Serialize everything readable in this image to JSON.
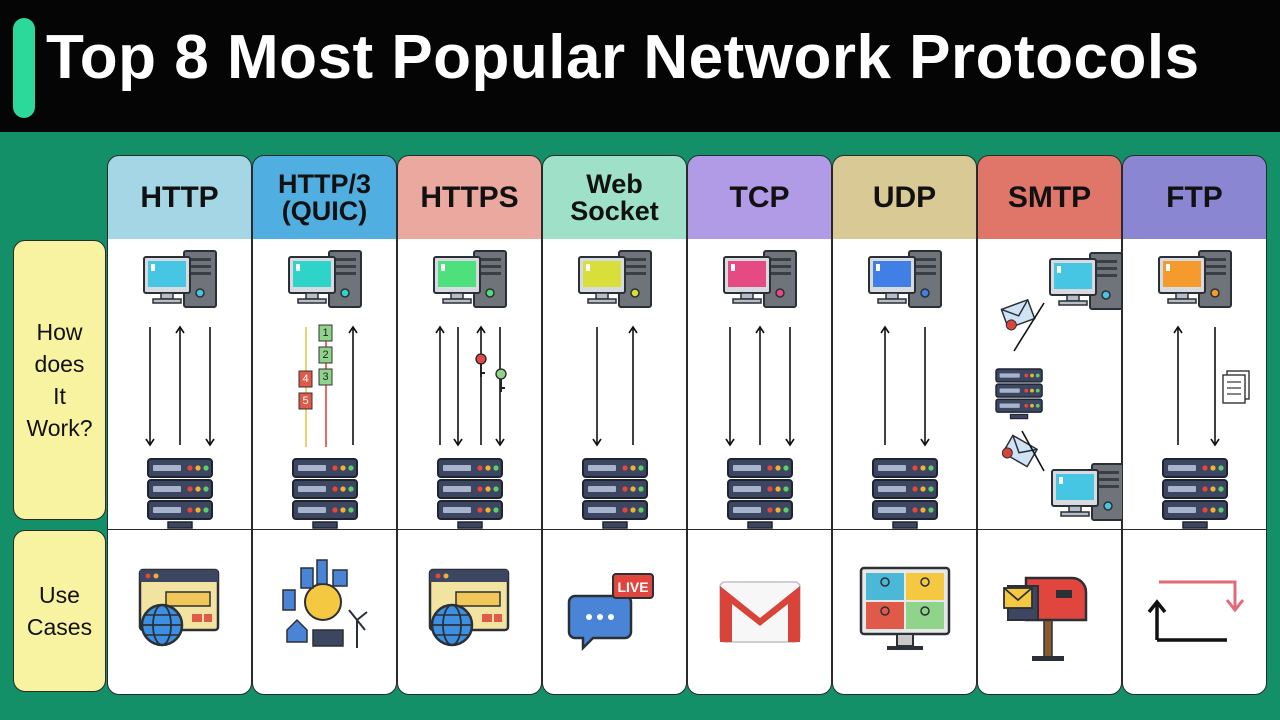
{
  "title": "Top 8 Most Popular Network Protocols",
  "rows": {
    "how": [
      "How",
      "does",
      "It",
      "Work?"
    ],
    "use": [
      "Use",
      "Cases"
    ]
  },
  "columns": [
    {
      "name": "HTTP",
      "lines": [
        "HTTP"
      ],
      "color": "#a4d6e6",
      "screen": "#46c6e3"
    },
    {
      "name": "HTTP/3 (QUIC)",
      "lines": [
        "HTTP/3",
        "(QUIC)"
      ],
      "color": "#51aee1",
      "screen": "#2fd4c8",
      "packets_right": [
        "1",
        "2",
        "3"
      ],
      "packets_left": [
        "4",
        "5"
      ]
    },
    {
      "name": "HTTPS",
      "lines": [
        "HTTPS"
      ],
      "color": "#eaa89e",
      "screen": "#4ee07c"
    },
    {
      "name": "Web Socket",
      "lines": [
        "Web",
        "Socket"
      ],
      "color": "#9ee0c8",
      "screen": "#d8de3a"
    },
    {
      "name": "TCP",
      "lines": [
        "TCP"
      ],
      "color": "#b19ae6",
      "screen": "#e64a82"
    },
    {
      "name": "UDP",
      "lines": [
        "UDP"
      ],
      "color": "#d9c995",
      "screen": "#3f7fe6"
    },
    {
      "name": "SMTP",
      "lines": [
        "SMTP"
      ],
      "color": "#e0756a",
      "screen": "#46c6e3"
    },
    {
      "name": "FTP",
      "lines": [
        "FTP"
      ],
      "color": "#8a86d2",
      "screen": "#f59b2e"
    }
  ],
  "use_cases": {
    "websocket_badge": "LIVE",
    "icons": [
      "web-browser-globe-icon",
      "iot-smart-city-icon",
      "web-browser-globe-icon",
      "live-chat-icon",
      "gmail-icon",
      "video-conference-icon",
      "mailbox-icon",
      "file-transfer-loop-icon"
    ]
  }
}
